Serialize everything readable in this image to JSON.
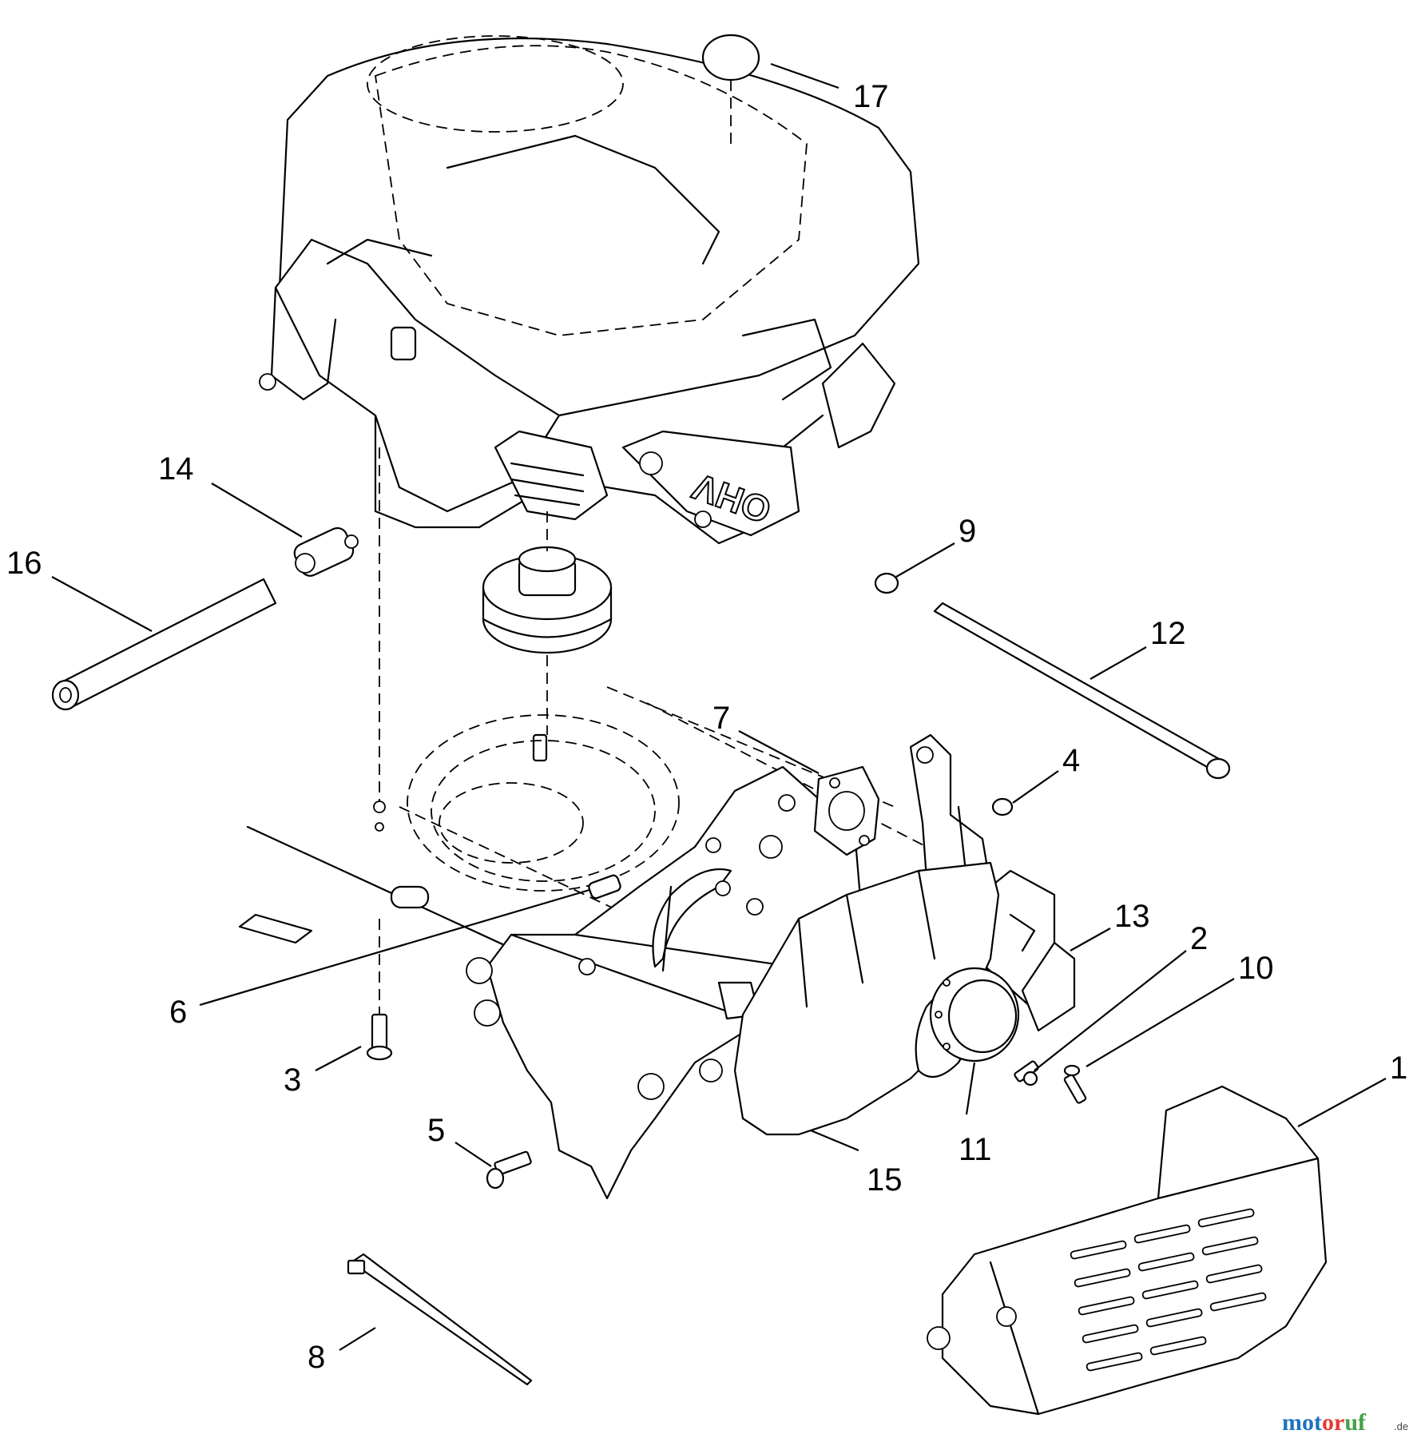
{
  "diagram": {
    "callouts": [
      {
        "label": "1",
        "part": "muffler-guard"
      },
      {
        "label": "2",
        "part": "screw"
      },
      {
        "label": "3",
        "part": "flange-bolt"
      },
      {
        "label": "4",
        "part": "flange-nut"
      },
      {
        "label": "5",
        "part": "flange-bolt"
      },
      {
        "label": "6",
        "part": "spacer"
      },
      {
        "label": "7",
        "part": "exhaust-gasket"
      },
      {
        "label": "8",
        "part": "cable-tie"
      },
      {
        "label": "9",
        "part": "hose-clamp"
      },
      {
        "label": "10",
        "part": "rivet"
      },
      {
        "label": "11",
        "part": "spark-arrestor"
      },
      {
        "label": "12",
        "part": "fuel-line"
      },
      {
        "label": "13",
        "part": "muffler-bracket"
      },
      {
        "label": "14",
        "part": "fuel-filter"
      },
      {
        "label": "15",
        "part": "muffler"
      },
      {
        "label": "16",
        "part": "fuel-hose"
      },
      {
        "label": "17",
        "part": "decal"
      }
    ],
    "engine_marking": "OHV",
    "watermark": {
      "brand": "motoruf",
      "suffix": ".de"
    }
  }
}
